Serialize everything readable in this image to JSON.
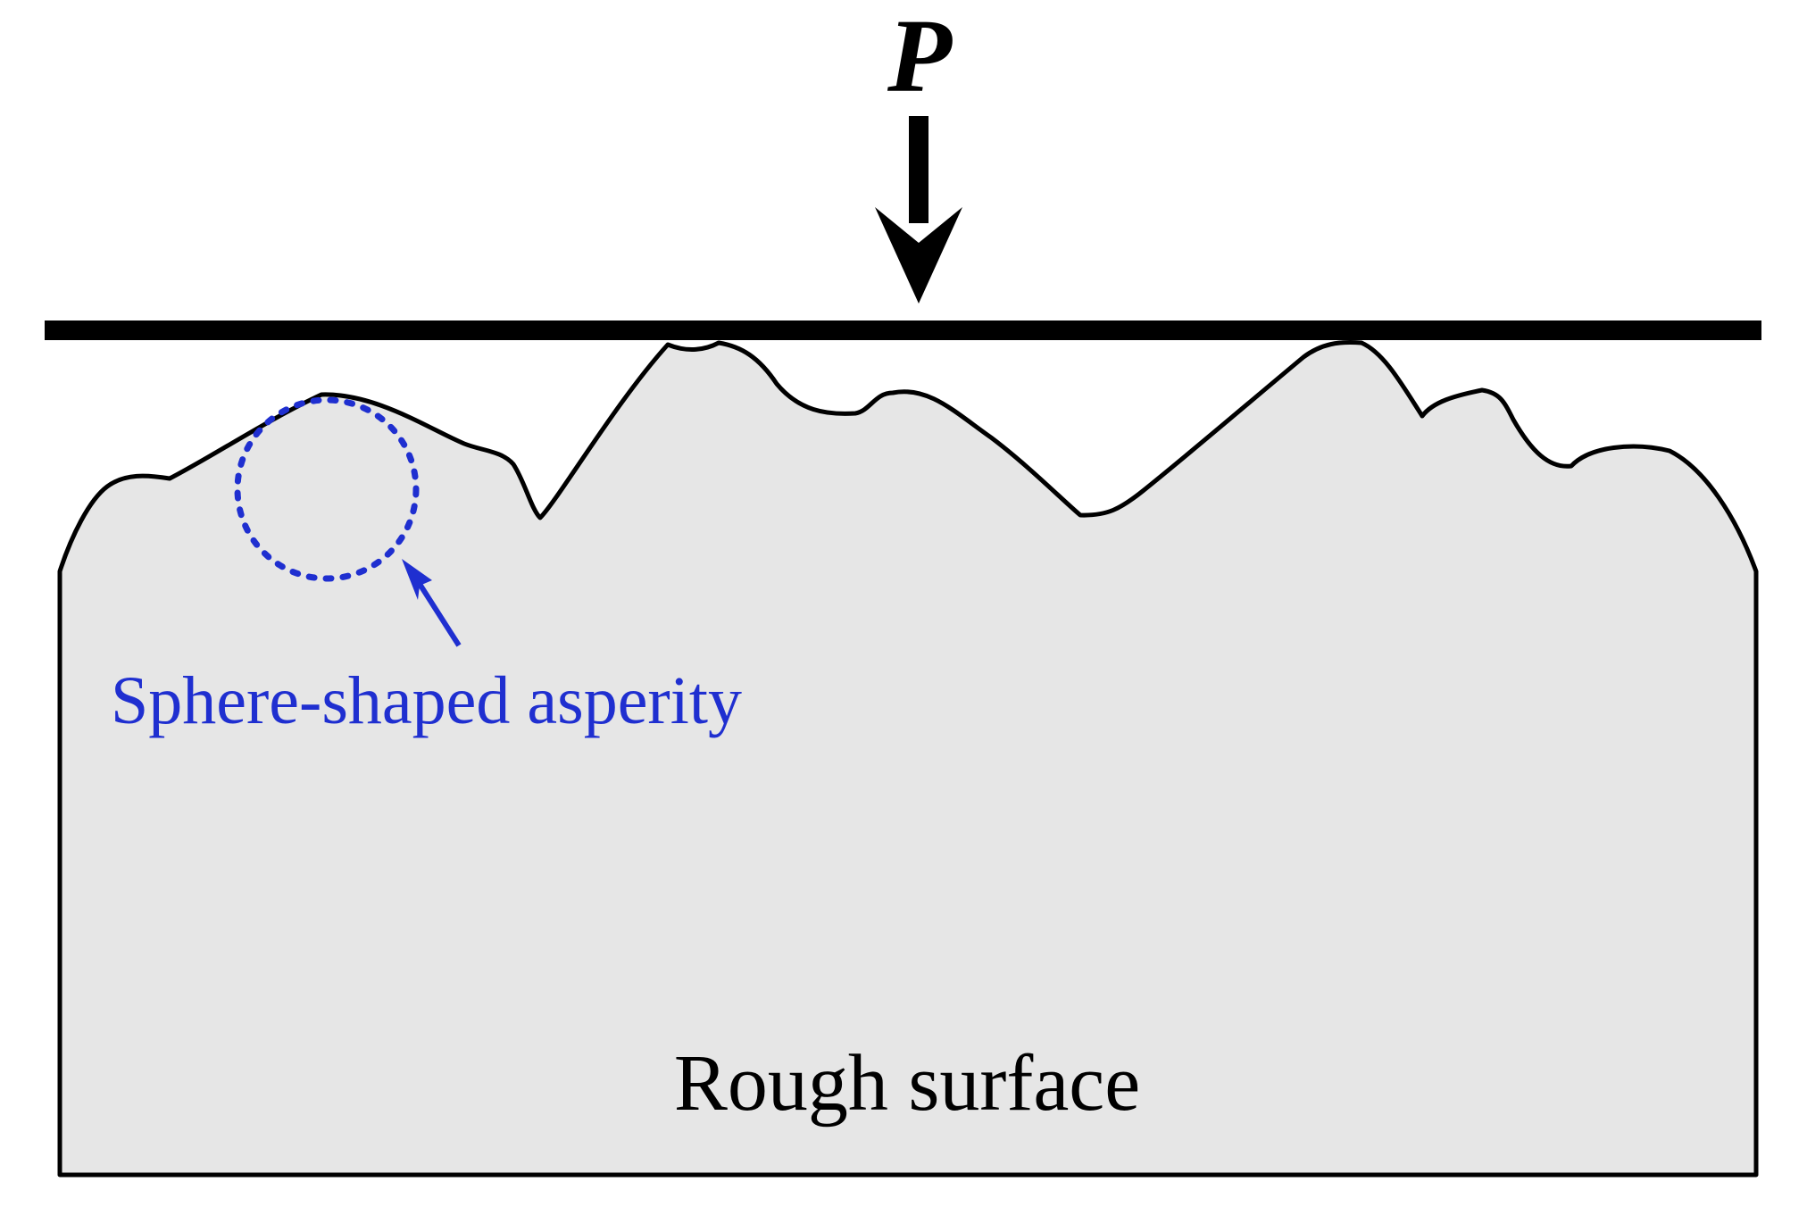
{
  "labels": {
    "force": "P",
    "asperity": "Sphere-shaped asperity",
    "surface": "Rough surface"
  },
  "colors": {
    "ink": "#000000",
    "surface_fill": "#e6e6e6",
    "annotation": "#1f2fd0"
  }
}
